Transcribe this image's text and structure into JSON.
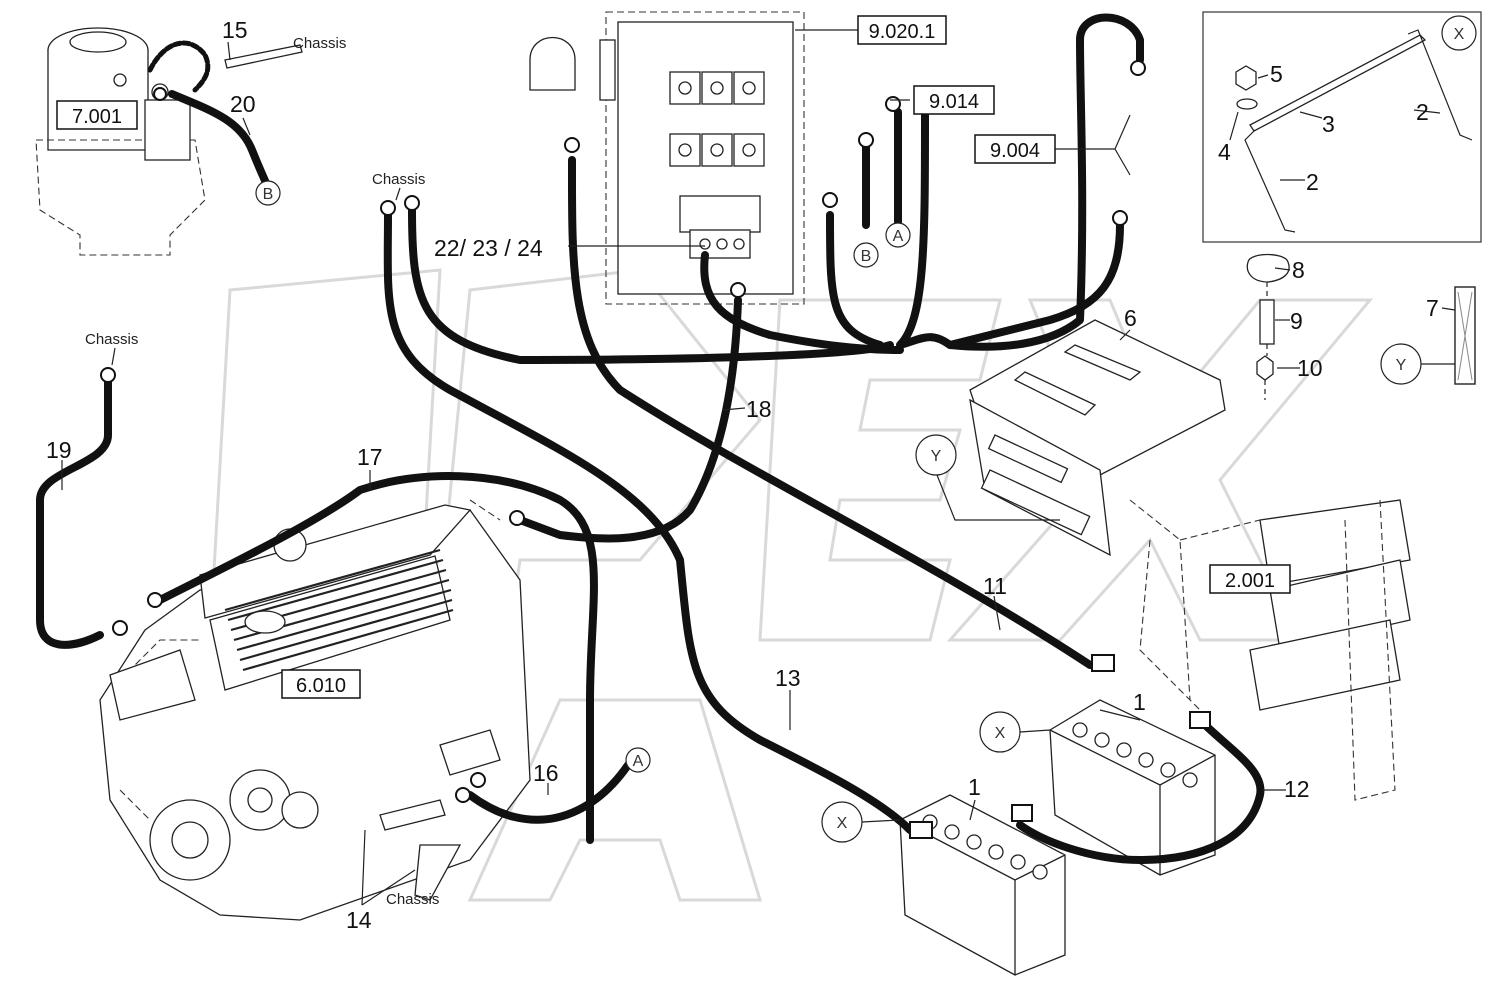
{
  "part_numbers": {
    "p1a": "1",
    "p1b": "1",
    "p2a": "2",
    "p2b": "2",
    "p3": "3",
    "p4": "4",
    "p5": "5",
    "p6": "6",
    "p7": "7",
    "p8": "8",
    "p9": "9",
    "p10": "10",
    "p11": "11",
    "p12": "12",
    "p13": "13",
    "p14": "14",
    "p15": "15",
    "p16": "16",
    "p17": "17",
    "p18": "18",
    "p19": "19",
    "p20": "20",
    "p22": "22/ 23 / 24"
  },
  "chassis_labels": {
    "c1": "Chassis",
    "c2": "Chassis",
    "c3": "Chassis",
    "c4": "Chassis"
  },
  "references": {
    "r7001": "7.001",
    "r9020": "9.020.1",
    "r9014": "9.014",
    "r9004": "9.004",
    "r6010": "6.010",
    "r2001": "2.001"
  },
  "connectors": {
    "a1": "A",
    "a2": "A",
    "b1": "B",
    "b2": "B",
    "x1": "X",
    "x2": "X",
    "x3": "X",
    "y1": "Y",
    "y2": "Y"
  },
  "colors": {
    "cable": "#111111",
    "line": "#222222",
    "watermark": "#d9d9d9",
    "background": "#ffffff"
  }
}
